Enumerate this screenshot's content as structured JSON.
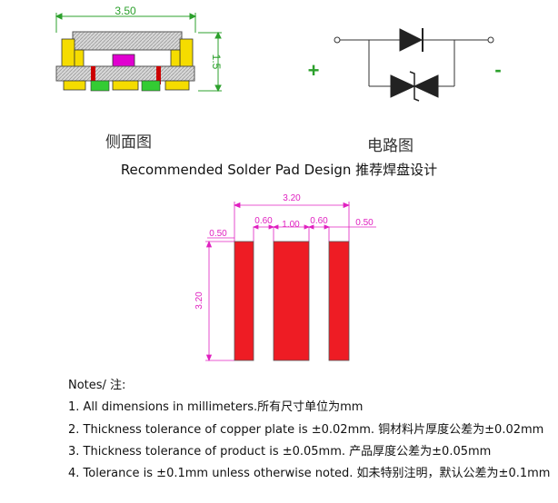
{
  "side_view": {
    "caption": "侧面图",
    "dim_width": "3.50",
    "dim_height": "1.5"
  },
  "circuit": {
    "caption": "电路图",
    "plus_label": "+",
    "minus_label": "-"
  },
  "pad_design": {
    "title": "Recommended Solder Pad Design  推荐焊盘设计",
    "dim_total_width": "3.20",
    "dim_pad_left": "0.50",
    "dim_gap_left": "0.60",
    "dim_center": "1.00",
    "dim_gap_right": "0.60",
    "dim_pad_right": "0.50",
    "dim_height": "3.20",
    "pad_color": "#ee1c24",
    "dim_color": "#e020c0"
  },
  "notes": {
    "heading": "Notes/ 注:",
    "items": [
      "1. All dimensions in millimeters.所有尺寸单位为mm",
      "2. Thickness tolerance of copper plate is ±0.02mm. 铜材料片厚度公差为±0.02mm",
      "3. Thickness tolerance of product  is ±0.05mm. 产品厚度公差为±0.05mm",
      "4. Tolerance is ±0.1mm unless otherwise noted. 如未特别注明，默认公差为±0.1mm"
    ]
  }
}
